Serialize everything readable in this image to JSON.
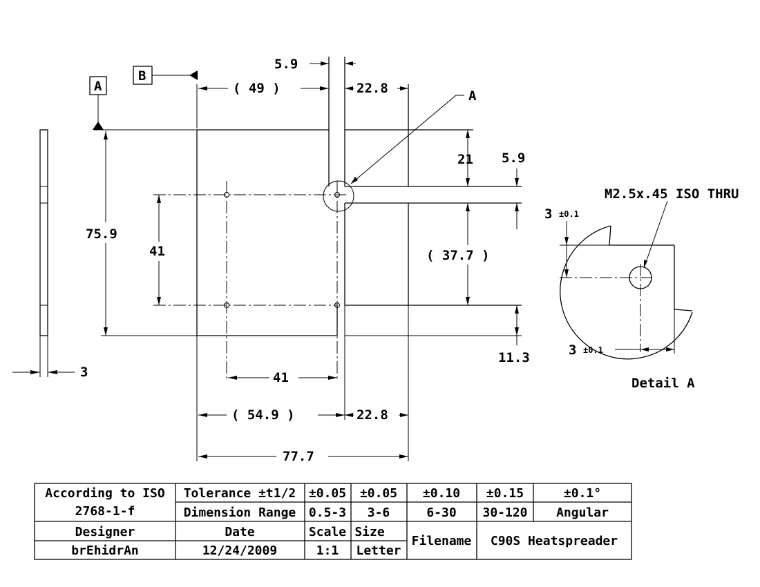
{
  "drawing": {
    "datum_a_label": "A",
    "datum_b_label": "B",
    "dims": {
      "d_5_9_top": "5.9",
      "d_49_paren": "(  49  )",
      "d_22_8_top": "22.8",
      "d_callout_a": "A",
      "d_21": "21",
      "d_5_9_right": "5.9",
      "d_75_9": "75.9",
      "d_41_vert": "41",
      "d_37_7_paren": "(  37.7  )",
      "d_11_3": "11.3",
      "d_3_thickness": "3",
      "d_41_horiz": "41",
      "d_54_9_paren": "(  54.9  )",
      "d_22_8_bottom": "22.8",
      "d_77_7": "77.7"
    },
    "detail": {
      "callout": "M2.5x.45 ISO THRU",
      "tol_vertical_value": "3",
      "tol_vertical_tol": "±0.1",
      "tol_horizontal_value": "3",
      "tol_horizontal_tol": "±0.1",
      "title": "Detail A"
    }
  },
  "title_block": {
    "according_line1": "According to ISO",
    "according_line2": "2768-1-f",
    "tolerance_label": "Tolerance ±t1/2",
    "dimension_range_label": "Dimension Range",
    "tolerances": [
      "±0.05",
      "±0.05",
      "±0.10",
      "±0.15",
      "±0.1°"
    ],
    "ranges": [
      "0.5-3",
      "3-6",
      "6-30",
      "30-120",
      "Angular"
    ],
    "designer_label": "Designer",
    "designer_value": "brEhidrAn",
    "date_label": "Date",
    "date_value": "12/24/2009",
    "scale_label": "Scale",
    "scale_value": "1:1",
    "size_label": "Size",
    "size_value": "Letter",
    "filename_label": "Filename",
    "filename_value": "C90S Heatspreader"
  }
}
